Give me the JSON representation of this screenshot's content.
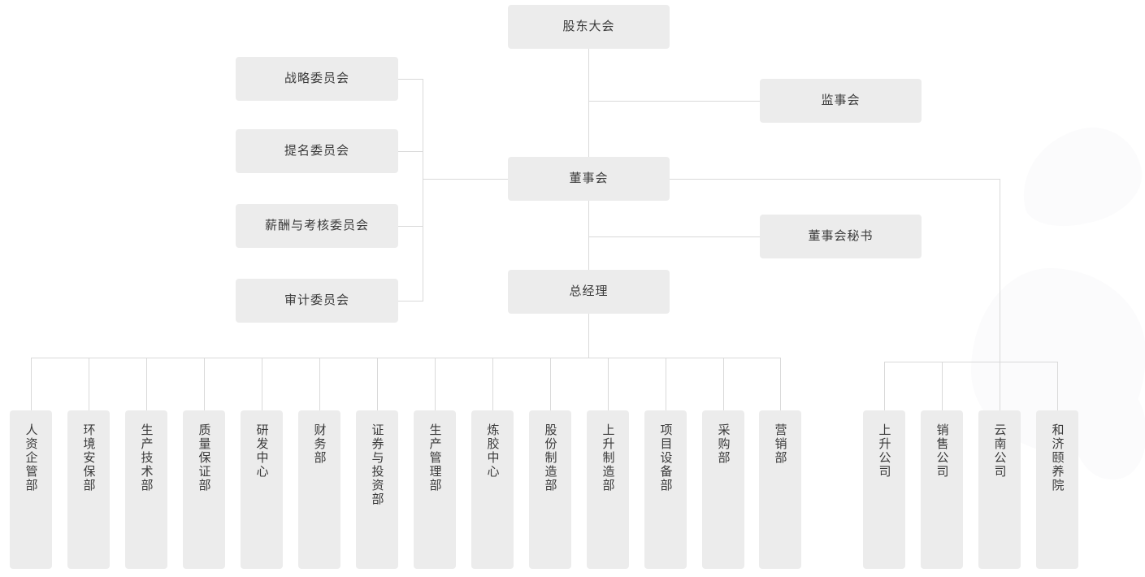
{
  "chart": {
    "type": "org-chart",
    "title": "",
    "box_fill": "#ececec",
    "line_color": "#d9d9d9",
    "text_color": "#3a3a3a",
    "background": "#ffffff"
  },
  "top": {
    "shareholders_meeting": "股东大会"
  },
  "center": {
    "board_of_directors": "董事会",
    "general_manager": "总经理"
  },
  "right_nodes": {
    "supervisory_board": "监事会",
    "board_secretary": "董事会秘书"
  },
  "committees": [
    {
      "label": "战略委员会"
    },
    {
      "label": "提名委员会"
    },
    {
      "label": "薪酬与考核委员会"
    },
    {
      "label": "审计委员会"
    }
  ],
  "departments": [
    {
      "label": "人资企管部"
    },
    {
      "label": "环境安保部"
    },
    {
      "label": "生产技术部"
    },
    {
      "label": "质量保证部"
    },
    {
      "label": "研发中心"
    },
    {
      "label": "财务部"
    },
    {
      "label": "证券与投资部"
    },
    {
      "label": "生产管理部"
    },
    {
      "label": "炼胶中心"
    },
    {
      "label": "股份制造部"
    },
    {
      "label": "上升制造部"
    },
    {
      "label": "项目设备部"
    },
    {
      "label": "采购部"
    },
    {
      "label": "营销部"
    }
  ],
  "subsidiaries": [
    {
      "label": "上升公司"
    },
    {
      "label": "销售公司"
    },
    {
      "label": "云南公司"
    },
    {
      "label": "和济颐养院"
    }
  ]
}
